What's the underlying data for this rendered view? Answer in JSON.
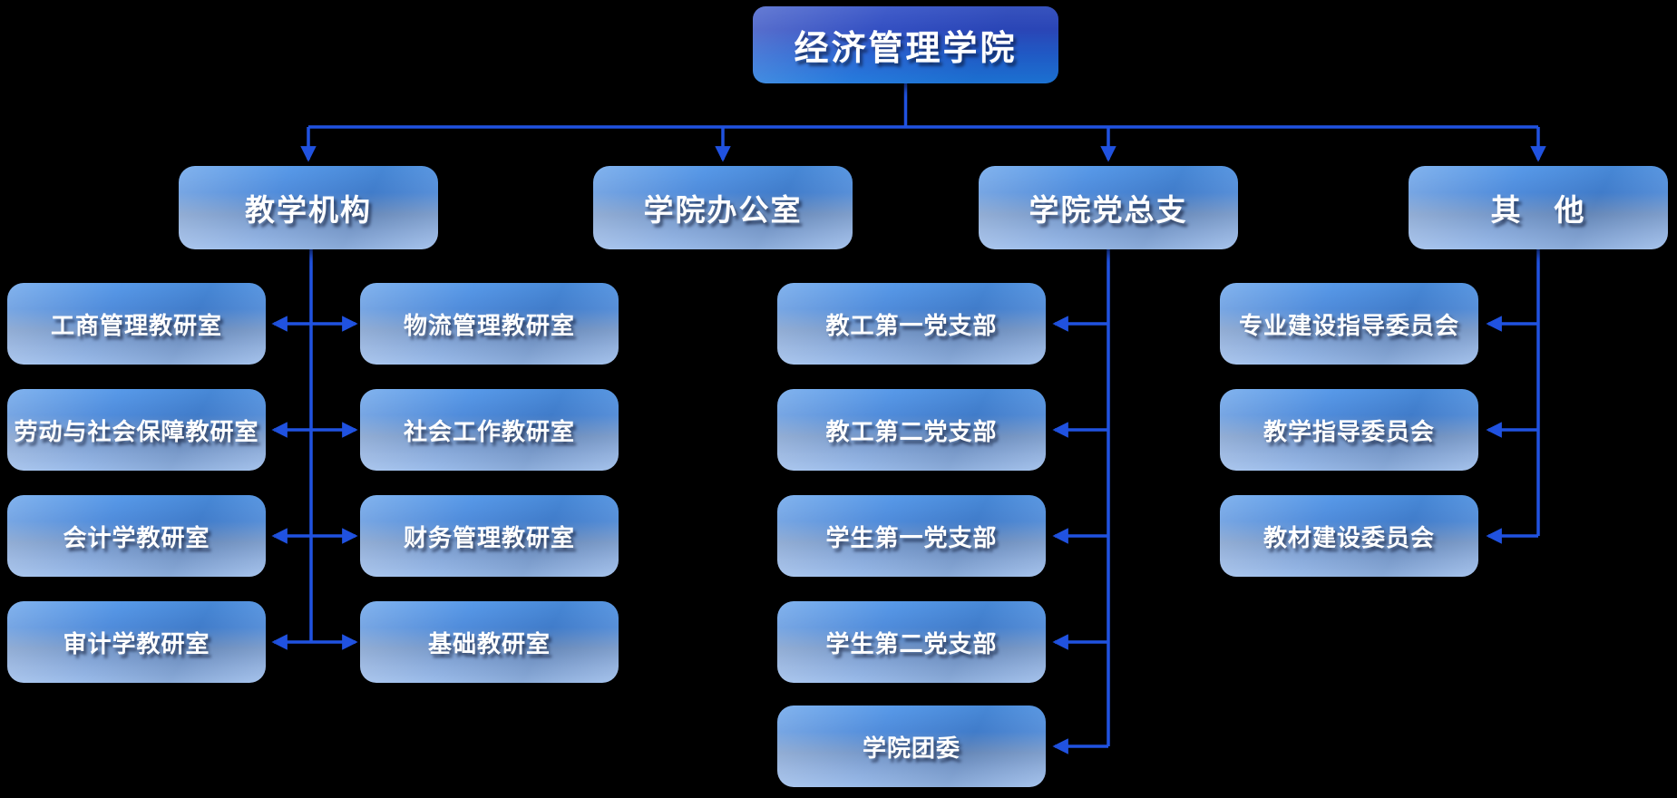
{
  "title": {
    "label": "经济管理学院"
  },
  "branches": {
    "teaching": {
      "label": "教学机构"
    },
    "office": {
      "label": "学院办公室"
    },
    "party": {
      "label": "学院党总支"
    },
    "other": {
      "label": "其　他"
    }
  },
  "teaching_children": {
    "left": [
      "工商管理教研室",
      "劳动与社会保障教研室",
      "会计学教研室",
      "审计学教研室"
    ],
    "right": [
      "物流管理教研室",
      "社会工作教研室",
      "财务管理教研室",
      "基础教研室"
    ]
  },
  "party_children": [
    "教工第一党支部",
    "教工第二党支部",
    "学生第一党支部",
    "学生第二党支部",
    "学院团委"
  ],
  "other_children": [
    "专业建设指导委员会",
    "教学指导委员会",
    "教材建设委员会"
  ],
  "colors": {
    "background": "#000000",
    "connector": "#2052e0",
    "root_gradient_top": "#2c49c0",
    "root_gradient_bottom": "#1d77dc",
    "node_gradient_top": "#4d93e7",
    "node_gradient_bottom": "#95b8e9",
    "text": "#ffffff"
  }
}
